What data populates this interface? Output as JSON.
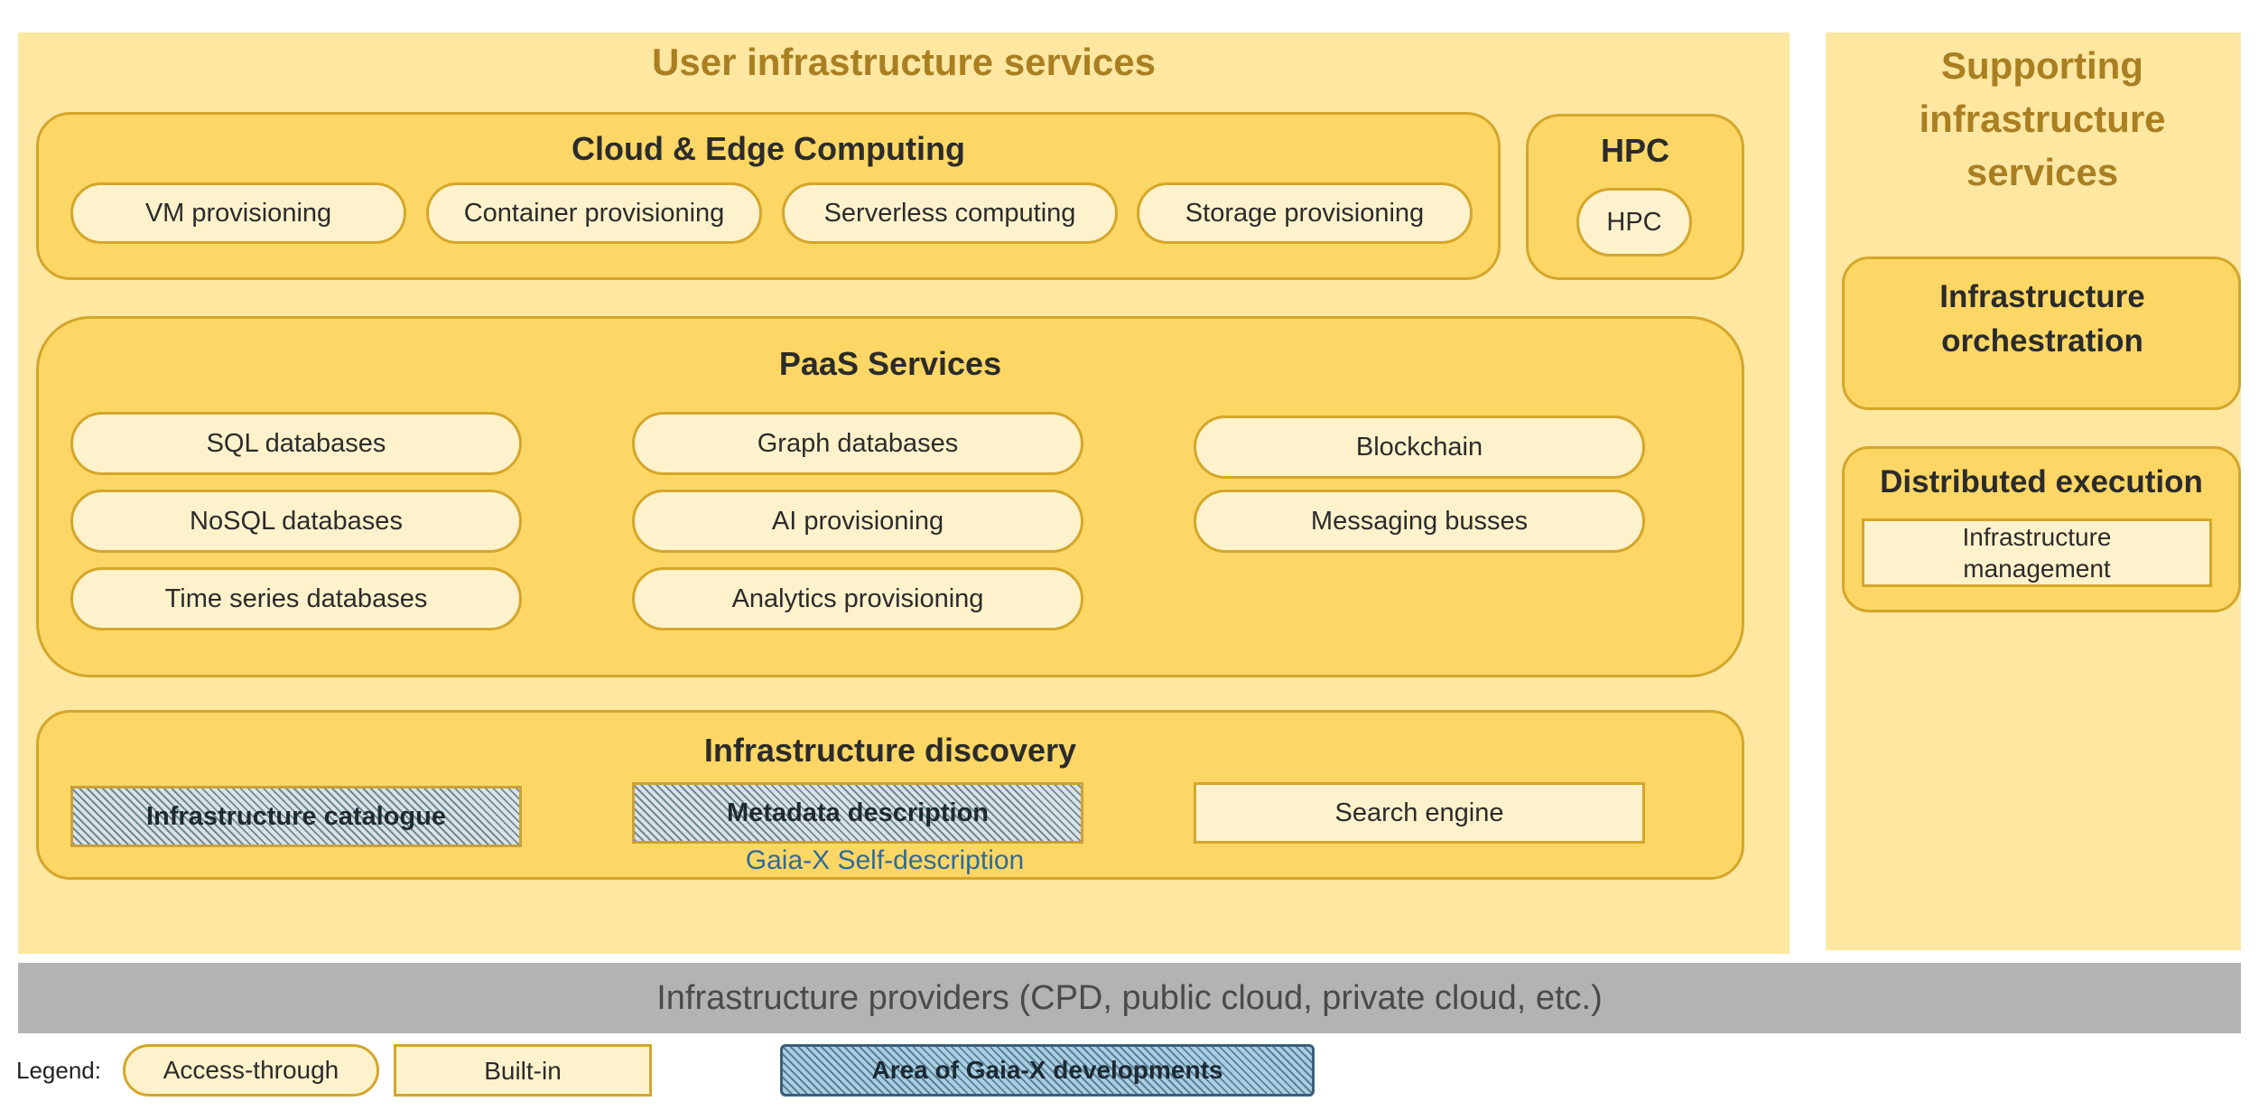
{
  "user_infra": {
    "title": "User infrastructure services",
    "cloud_edge": {
      "title": "Cloud & Edge Computing",
      "items": [
        "VM provisioning",
        "Container provisioning",
        "Serverless computing",
        "Storage provisioning"
      ]
    },
    "hpc": {
      "title": "HPC",
      "item": "HPC"
    },
    "paas": {
      "title": "PaaS Services",
      "col1": [
        "SQL databases",
        "NoSQL databases",
        "Time series databases"
      ],
      "col2": [
        "Graph databases",
        "AI provisioning",
        "Analytics provisioning"
      ],
      "col3": [
        "Blockchain",
        "Messaging busses"
      ]
    },
    "discovery": {
      "title": "Infrastructure discovery",
      "catalogue": "Infrastructure catalogue",
      "metadata": "Metadata description",
      "search": "Search engine",
      "gaiax_note": "Gaia-X Self-description"
    }
  },
  "supporting": {
    "title": "Supporting infrastructure services",
    "orchestration": "Infrastructure orchestration",
    "distributed": {
      "title": "Distributed execution",
      "management": "Infrastructure management"
    }
  },
  "providers": "Infrastructure providers (CPD, public cloud, private cloud, etc.)",
  "legend": {
    "label": "Legend:",
    "access": "Access-through",
    "builtin": "Built-in",
    "gaiax": "Area of Gaia-X developments"
  },
  "colors": {
    "panel": "#fde7a1",
    "group": "#fdd765",
    "border": "#d4a62a",
    "item": "#fef2cc",
    "providers_bar": "#b4b3b3",
    "title_gold": "#a97f22",
    "note_blue": "#2f6a9a"
  }
}
